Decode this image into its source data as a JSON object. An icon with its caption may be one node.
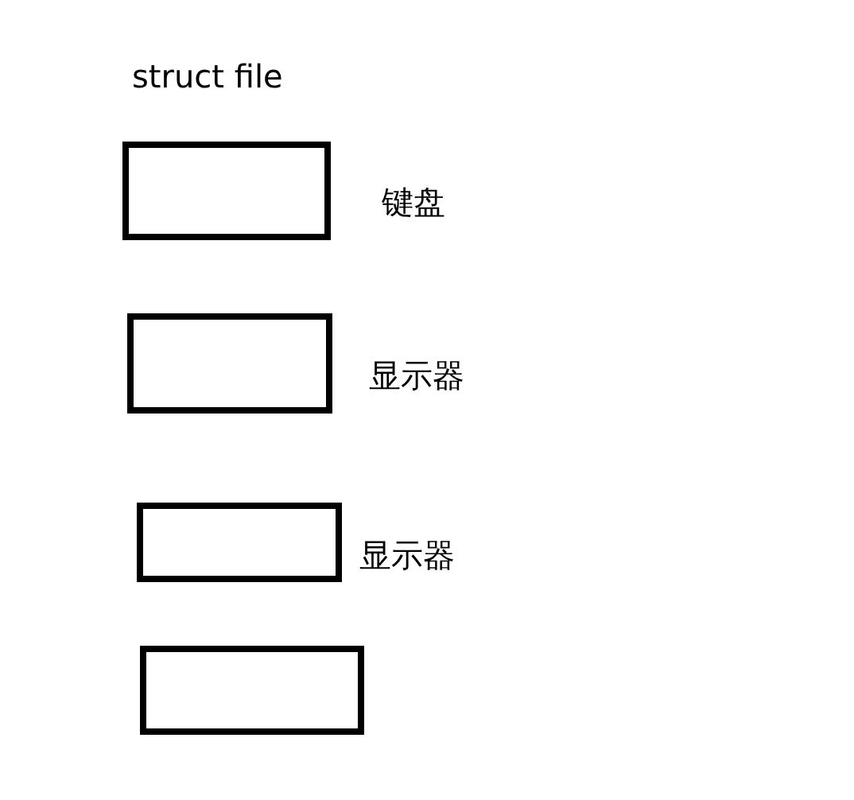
{
  "diagram": {
    "title": "struct file",
    "nodes": [
      {
        "text": [],
        "shape": "box",
        "beside": [
          "键盘"
        ]
      },
      {
        "text": [],
        "shape": "box",
        "beside": [
          "显示器"
        ]
      },
      {
        "text": [],
        "shape": "box",
        "beside": [
          "显示器"
        ]
      },
      {
        "text": [],
        "shape": "box"
      }
    ]
  }
}
